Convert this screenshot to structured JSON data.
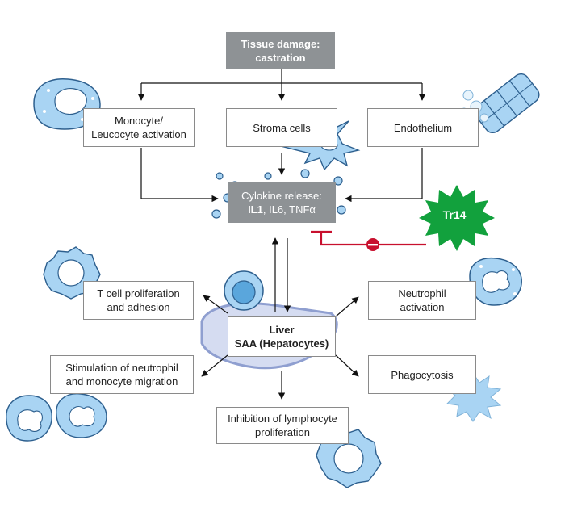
{
  "tissue_damage": {
    "line1": "Tissue damage:",
    "line2": "castration"
  },
  "monocyte": {
    "line1": "Monocyte/",
    "line2": "Leucocyte activation"
  },
  "stroma": {
    "label": "Stroma cells"
  },
  "endothelium": {
    "label": "Endothelium"
  },
  "cytokine": {
    "line1": "Cylokine release:",
    "il1": "IL1",
    "rest": ", IL6, TNFα"
  },
  "tr14": {
    "label": "Tr14"
  },
  "tcell": {
    "line1": "T cell proliferation",
    "line2": "and adhesion"
  },
  "neutrophil": {
    "line1": "Neutrophil",
    "line2": "activation"
  },
  "liver": {
    "line1": "Liver",
    "line2": "SAA (Hepatocytes)"
  },
  "stimulation": {
    "line1": "Stimulation of neutrophil",
    "line2": "and monocyte migration"
  },
  "phagocytosis": {
    "label": "Phagocytosis"
  },
  "inhibition": {
    "line1": "Inhibition of lymphocyte",
    "line2": "proliferation"
  },
  "colors": {
    "cell_fill": "#a9d4f3",
    "cell_stroke": "#2d5f8e",
    "tr14_fill": "#12a13d",
    "inhibit_red": "#c8102e",
    "box_dark": "#8e9295",
    "liver_fill": "#d5dcf1"
  }
}
